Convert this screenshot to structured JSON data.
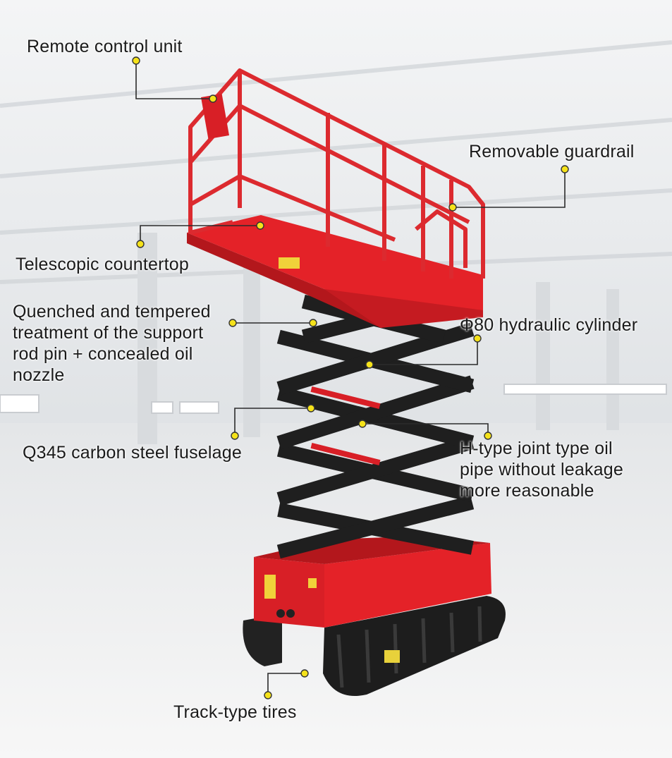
{
  "labels": {
    "remote_control_unit": "Remote control unit",
    "removable_guardrail": "Removable guardrail",
    "telescopic_countertop": "Telescopic countertop",
    "quenched_tempered": "Quenched and tempered\ntreatment of the support\nrod pin + concealed oil\nnozzle",
    "hydraulic_cylinder": "Φ80 hydraulic cylinder",
    "q345_fuselage": "Q345 carbon steel fuselage",
    "h_type_joint": "H-type joint type oil\npipe without leakage\nmore reasonable",
    "track_type_tires": "Track-type tires"
  },
  "colors": {
    "machine_red": "#e42228",
    "arm_black": "#1f1f1f",
    "anchor_dot": "#f5e21a",
    "leader_line": "#2b2b2b"
  }
}
